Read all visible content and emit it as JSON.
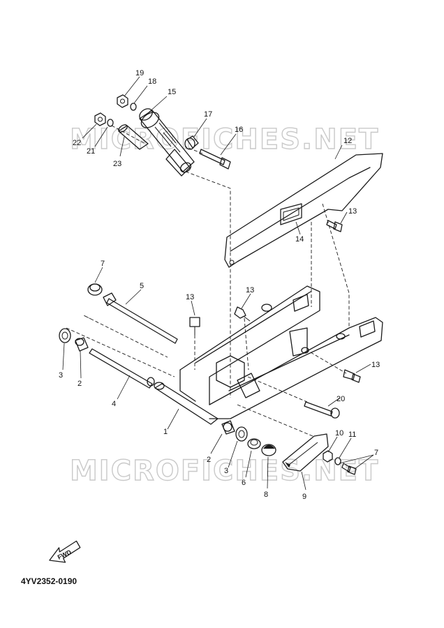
{
  "diagram": {
    "reference_code": "4YV2352-0190",
    "watermark": "MICROFICHES.NET",
    "direction_label": "FWD",
    "callouts": [
      {
        "id": "c1",
        "label": "1"
      },
      {
        "id": "c2a",
        "label": "2"
      },
      {
        "id": "c2b",
        "label": "2"
      },
      {
        "id": "c3a",
        "label": "3"
      },
      {
        "id": "c3b",
        "label": "3"
      },
      {
        "id": "c4",
        "label": "4"
      },
      {
        "id": "c5",
        "label": "5"
      },
      {
        "id": "c6",
        "label": "6"
      },
      {
        "id": "c7a",
        "label": "7"
      },
      {
        "id": "c7b",
        "label": "7"
      },
      {
        "id": "c8",
        "label": "8"
      },
      {
        "id": "c9",
        "label": "9"
      },
      {
        "id": "c10",
        "label": "10"
      },
      {
        "id": "c11",
        "label": "11"
      },
      {
        "id": "c12",
        "label": "12"
      },
      {
        "id": "c13a",
        "label": "13"
      },
      {
        "id": "c13b",
        "label": "13"
      },
      {
        "id": "c13c",
        "label": "13"
      },
      {
        "id": "c13d",
        "label": "13"
      },
      {
        "id": "c14",
        "label": "14"
      },
      {
        "id": "c15",
        "label": "15"
      },
      {
        "id": "c16",
        "label": "16"
      },
      {
        "id": "c17",
        "label": "17"
      },
      {
        "id": "c18",
        "label": "18"
      },
      {
        "id": "c19",
        "label": "19"
      },
      {
        "id": "c20",
        "label": "20"
      },
      {
        "id": "c21",
        "label": "21"
      },
      {
        "id": "c22",
        "label": "22"
      },
      {
        "id": "c23",
        "label": "23"
      }
    ]
  }
}
